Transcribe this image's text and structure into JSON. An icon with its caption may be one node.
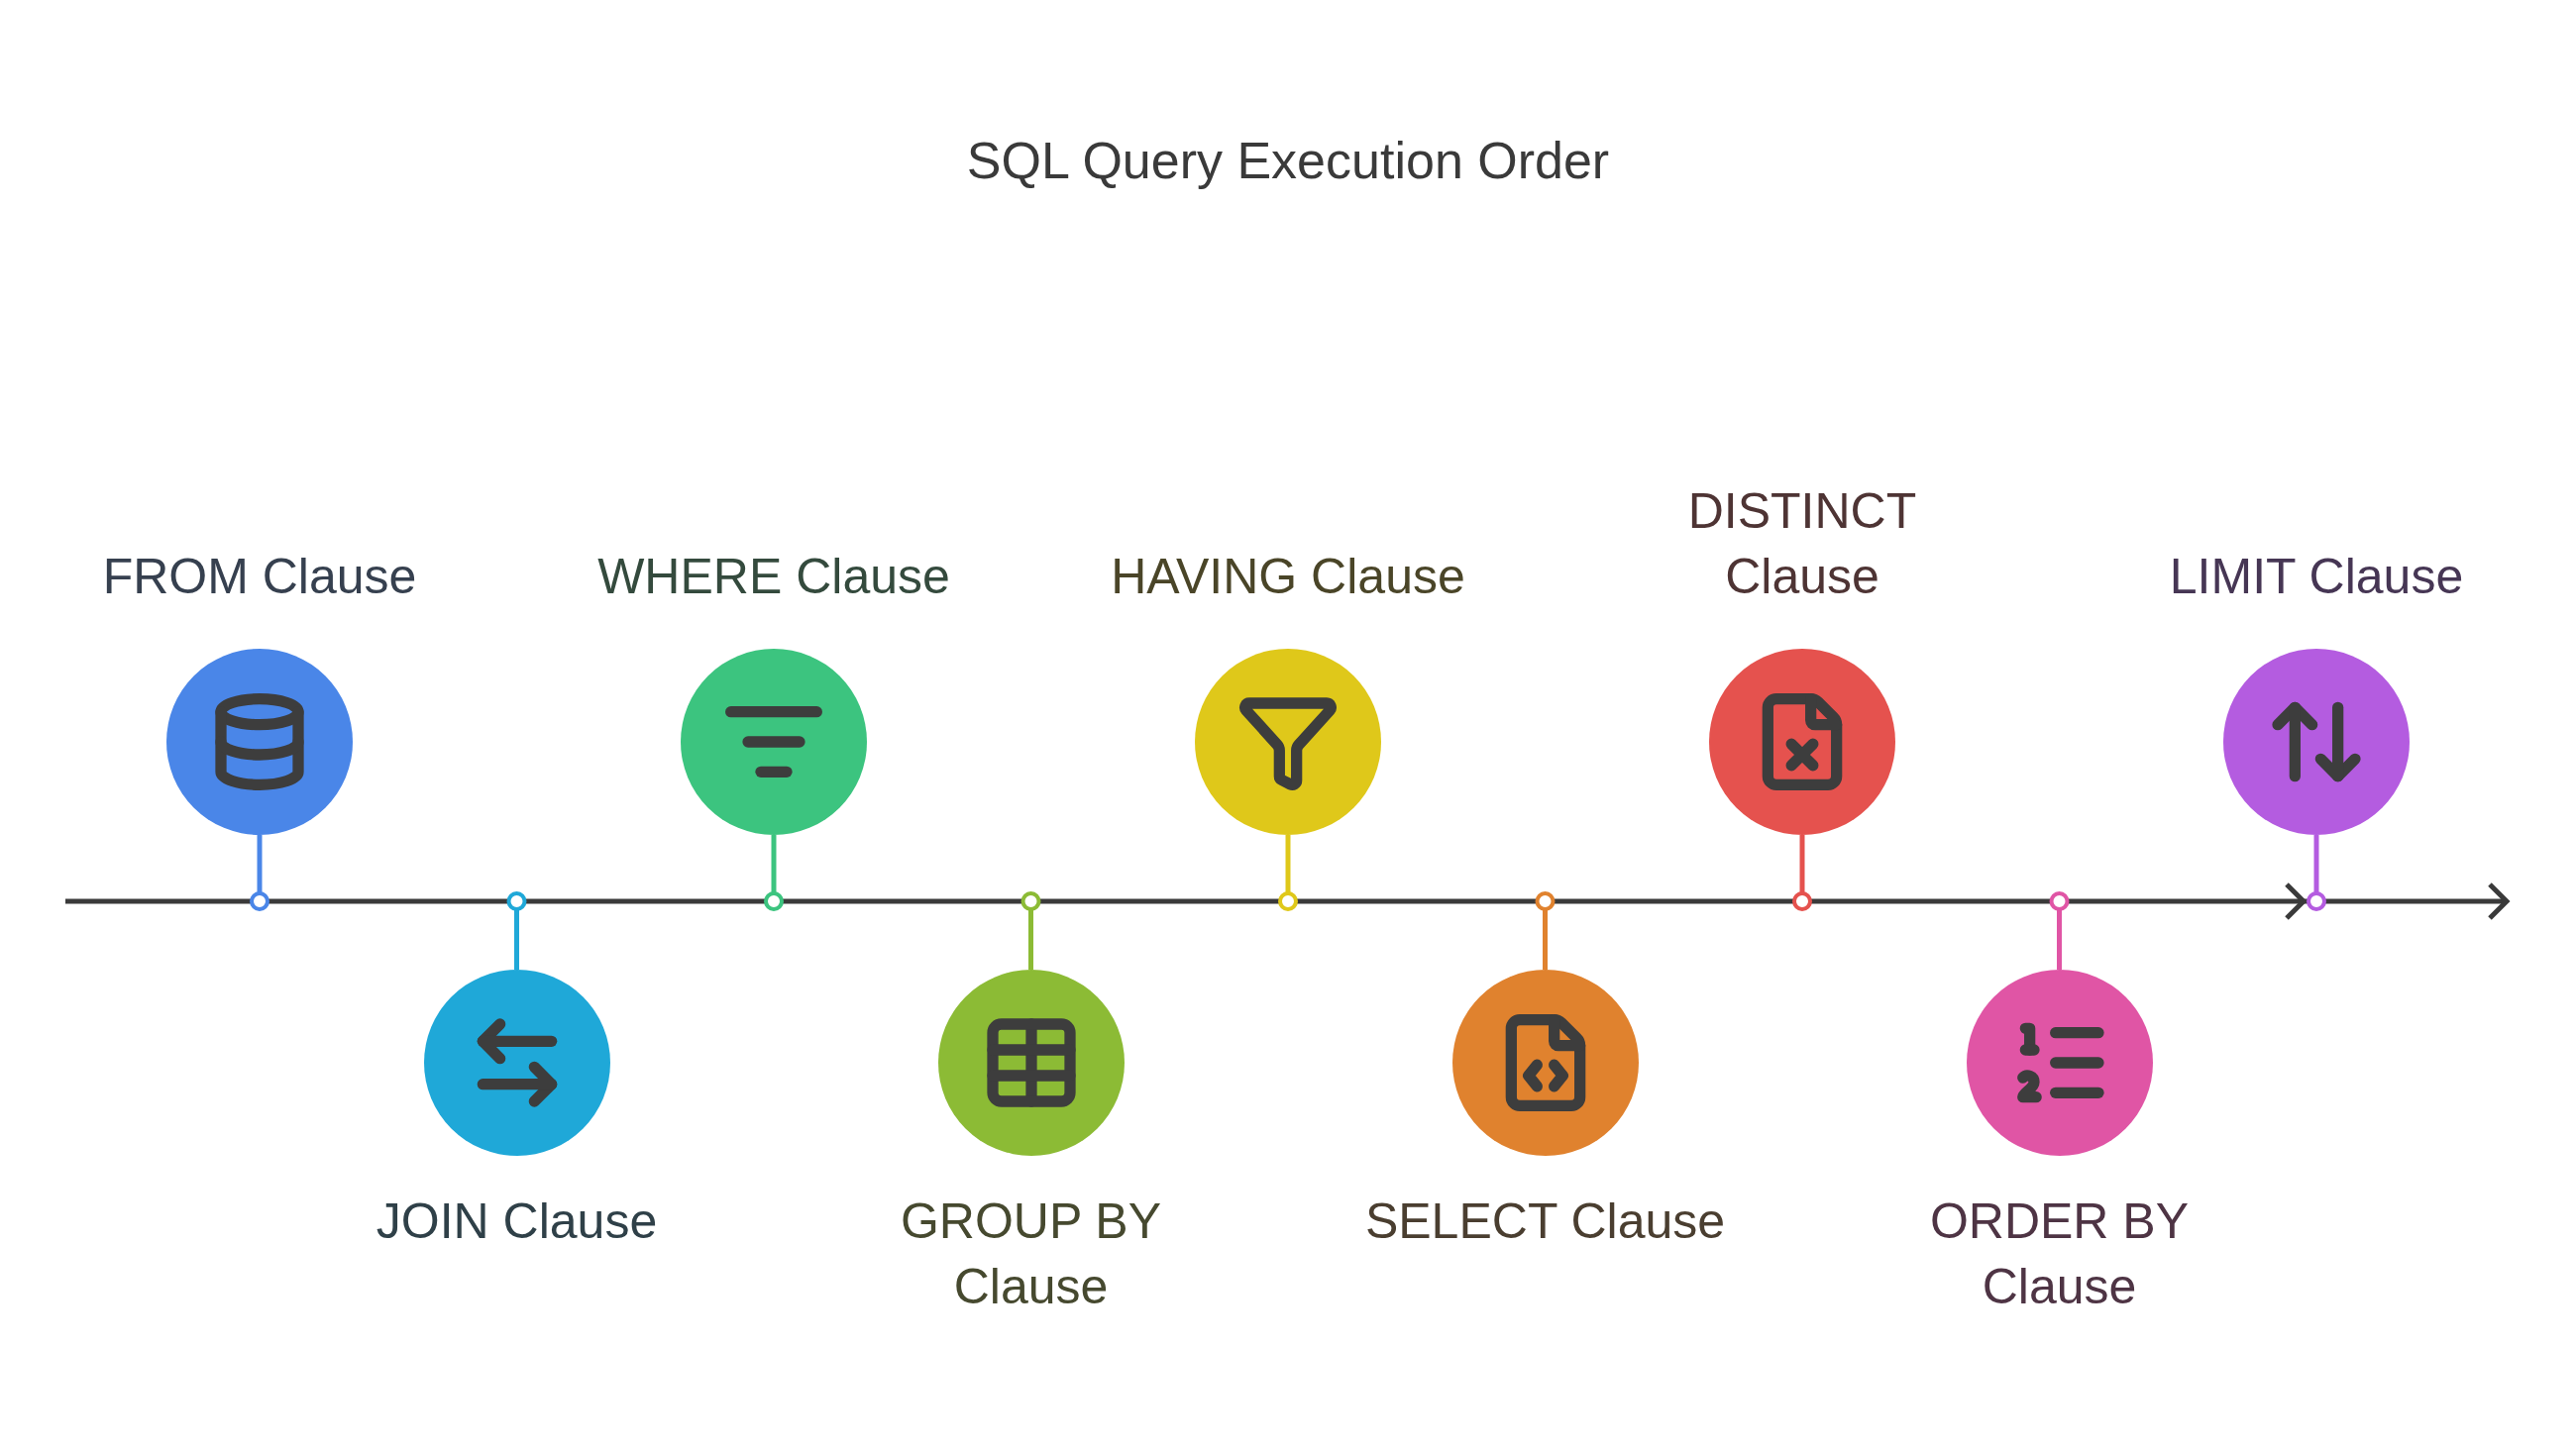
{
  "diagram": {
    "title": "SQL Query Execution Order",
    "nodes": [
      {
        "text": [
          "FROM Clause"
        ]
      },
      {
        "text": [
          "JOIN Clause"
        ]
      },
      {
        "text": [
          "WHERE Clause"
        ]
      },
      {
        "text": [
          "GROUP BY Clause"
        ]
      },
      {
        "text": [
          "HAVING Clause"
        ]
      },
      {
        "text": [
          "SELECT Clause"
        ]
      },
      {
        "text": [
          "DISTINCT Clause"
        ]
      },
      {
        "text": [
          "ORDER BY Clause"
        ]
      },
      {
        "text": [
          "LIMIT Clause"
        ]
      }
    ]
  }
}
